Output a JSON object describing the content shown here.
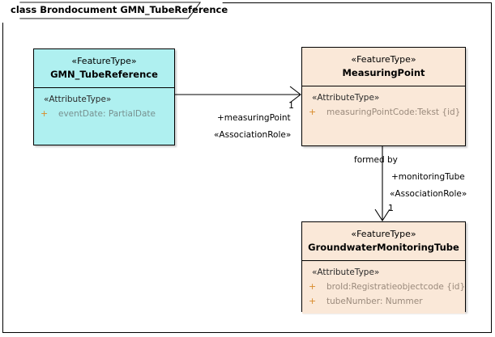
{
  "diagram": {
    "title": "class Brondocument GMN_TubeReference",
    "colors": {
      "featuretype_cyan": "#aff0f0",
      "featuretype_peach": "#fae8d8",
      "border": "#000000",
      "visibility_plus": "#d88a2a",
      "attribute_text_cyan": "#77908f",
      "attribute_text_peach": "#9a8a7c",
      "background": "#ffffff"
    },
    "classes": [
      {
        "id": "gmn-tubereference",
        "stereotype": "«FeatureType»",
        "name": "GMN_TubeReference",
        "compartment_stereotype": "«AttributeType»",
        "attributes": [
          {
            "visibility": "+",
            "text": "eventDate: PartialDate"
          }
        ]
      },
      {
        "id": "measuringpoint",
        "stereotype": "«FeatureType»",
        "name": "MeasuringPoint",
        "compartment_stereotype": "«AttributeType»",
        "attributes": [
          {
            "visibility": "+",
            "text": "measuringPointCode:Tekst {id}"
          }
        ]
      },
      {
        "id": "groundwatermonitoringtube",
        "stereotype": "«FeatureType»",
        "name": "GroundwaterMonitoringTube",
        "compartment_stereotype": "«AttributeType»",
        "attributes": [
          {
            "visibility": "+",
            "text": "broId:Registratieobjectcode {id}"
          },
          {
            "visibility": "+",
            "text": "tubeNumber: Nummer"
          }
        ]
      }
    ],
    "associations": [
      {
        "id": "assoc-measuringpoint",
        "from": "gmn-tubereference",
        "to": "measuringpoint",
        "name": "",
        "role": "+measuringPoint",
        "role_stereotype": "«AssociationRole»",
        "multiplicity": "1"
      },
      {
        "id": "assoc-monitoringtube",
        "from": "measuringpoint",
        "to": "groundwatermonitoringtube",
        "name": "formed by",
        "role": "+monitoringTube",
        "role_stereotype": "«AssociationRole»",
        "multiplicity": "1"
      }
    ]
  }
}
